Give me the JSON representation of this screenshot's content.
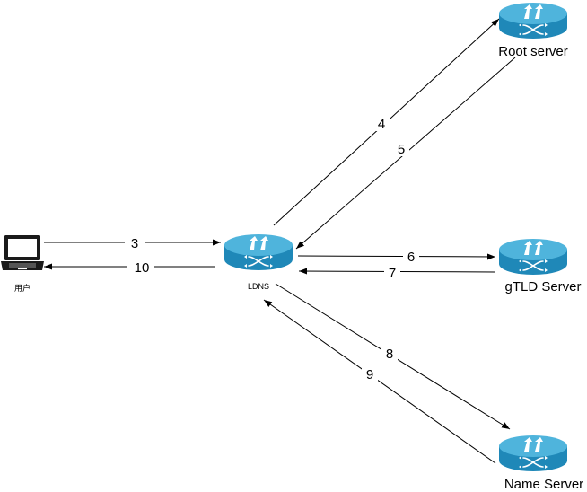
{
  "nodes": {
    "user": {
      "label": "用户",
      "icon": "laptop-icon"
    },
    "ldns": {
      "label": "LDNS",
      "icon": "router-icon"
    },
    "root": {
      "label": "Root server",
      "icon": "router-icon"
    },
    "gtld": {
      "label": "gTLD Server",
      "icon": "router-icon"
    },
    "name": {
      "label": "Name Server",
      "icon": "router-icon"
    }
  },
  "steps": {
    "s3": "3",
    "s4": "4",
    "s5": "5",
    "s6": "6",
    "s7": "7",
    "s8": "8",
    "s9": "9",
    "s10": "10"
  },
  "colors": {
    "router_top": "#4fb4dc",
    "router_side": "#1f88b8",
    "router_glyph": "#ffffff",
    "line": "#000000"
  }
}
